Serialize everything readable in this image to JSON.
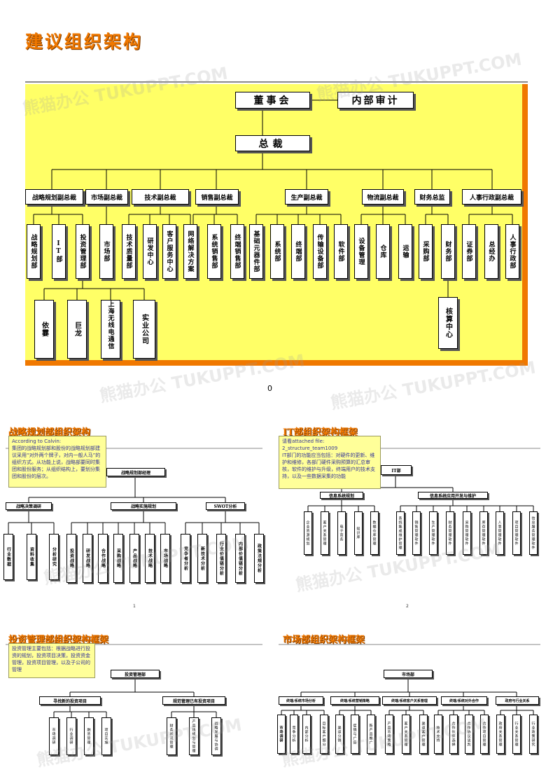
{
  "main": {
    "title": "建议组织架构",
    "board": "董事会",
    "audit": "内部审计",
    "president": "总裁",
    "vps": [
      "战略规划副总裁",
      "市场副总裁",
      "技术副总裁",
      "销售副总裁",
      "生产副总裁",
      "物流副总裁",
      "财务总监",
      "人事行政副总裁"
    ],
    "depts": [
      "战略规划部",
      "IT部",
      "投资管理部",
      "市场部",
      "技术质量部",
      "研发中心",
      "客户服务中心",
      "网络解决方案",
      "系统销售部",
      "终端销售部",
      "基础元器件部",
      "系统部",
      "终端部",
      "传输设备部",
      "软件部",
      "设备管理",
      "仓库",
      "运输",
      "采购部",
      "财务部",
      "证券部",
      "总经办",
      "人事行政部"
    ],
    "subs": [
      "依霎",
      "巨龙",
      "上海无线电通信",
      "实业公司"
    ],
    "accounting": "核算中心",
    "page_number": "0"
  },
  "slide1": {
    "title": "战略规划部组织架构",
    "note": "According to Calvin:\n集团的战略规划部和股份的战略规划部建议采用“对外两个牌子，对内一般人马”的组织方式。从功能上说，战略部要同时集团和股份服务；从组织结构上，要划分集团和股份的层次。",
    "root": "战略规划部经理",
    "l1": [
      "战略决策调研",
      "战略实施规划",
      "SWOT分析"
    ],
    "l2a": [
      "行业数据",
      "资料收集",
      "分析研究"
    ],
    "l2b": [
      "投资战略",
      "研发战略",
      "合作战略",
      "采购战略",
      "产品战略",
      "技术战略",
      "市场战略"
    ],
    "l2c": [
      "竞争者分析",
      "新技术分析",
      "行业价值链分析",
      "内部价值链分析",
      "政策法规分析"
    ],
    "page_number": "1"
  },
  "slide2": {
    "title": "IT部组织架构框架",
    "note": "请看attached file:\n2_structure_team1009\nIT部门的功能应当包括：对硬件的更新、维护和维修，各部门硬件采购预算的汇总审核，软件的维护与升级，终端用户的技术支持，以及一些数据采集的功能",
    "root": "IT部",
    "l1": [
      "信息系统规划",
      "信息系统应用开发与维护"
    ],
    "l2a": [
      "企业资源规划",
      "客户关系管理",
      "电子商务",
      "知识库",
      "数据仓库管理"
    ],
    "l2b": [
      "系统集成维护管理",
      "销售管理软件",
      "生产管理软件",
      "财务管理软件",
      "采购管理软件",
      "库存管理软件",
      "人事管理软件",
      "项目管理软件",
      "信息服务管理软件"
    ],
    "page_number": "2"
  },
  "slide3": {
    "title": "投资管理部组织架构框架",
    "note": "投资管理主要包括：根据战略进行投资的规划，投资项目决策，投资资金管理，投资项目管理，以及子公司的管理",
    "root": "投资管理部",
    "l1": [
      "寻找新的投资项目",
      "规范管理已有投资项目"
    ],
    "l2a": [
      "市场调研",
      "行业调研",
      "融资管理",
      "项目实施"
    ],
    "l2b": [
      "财务状况管理",
      "产品线规划与管理",
      "战略发展与协调"
    ]
  },
  "slide4": {
    "title": "市场部组织架构框架",
    "root": "市场部",
    "l1": [
      "终端/系统市场分析",
      "终端/系统营销策略",
      "终端/系统客户关系管理",
      "终端/系统对外合作",
      "政府与行业关系"
    ],
    "l2": [
      "市场调研",
      "竞争分析",
      "内部分析",
      "目标客户细分",
      "渠道分销",
      "促销与广告",
      "新产品推广",
      "产品市场策略",
      "客户关系管理",
      "渠道客户管理",
      "技术支持",
      "合作伙伴选择",
      "合作协议谈判",
      "合作项目管理",
      "政府关系管理",
      "行业关系管理",
      "行业政策研究"
    ]
  },
  "watermark": "熊猫办公 TUKUPPT.COM"
}
